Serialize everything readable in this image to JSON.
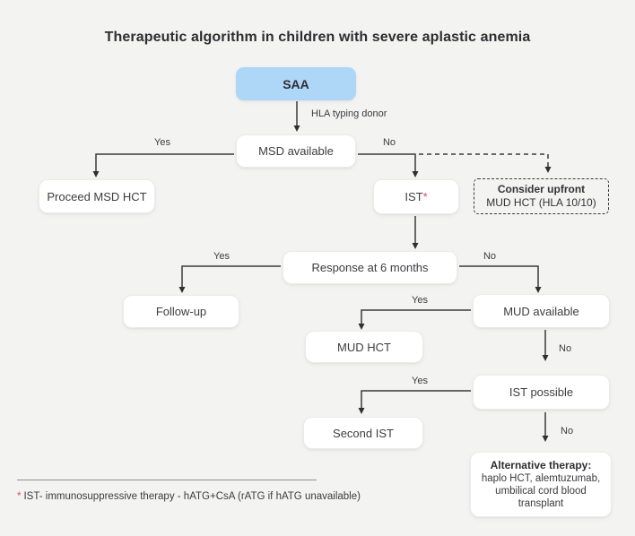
{
  "title": "Therapeutic algorithm in children with severe aplastic anemia",
  "colors": {
    "background": "#f3f3f2",
    "saa_fill": "#aed6f7",
    "accent_red": "#d84a5e",
    "line": "#3a3a3a"
  },
  "nodes": {
    "saa": "SAA",
    "msd_available": "MSD available",
    "proceed_msd_hct": "Proceed MSD HCT",
    "ist": "IST",
    "ist_asterisk": "*",
    "consider_upfront_line1": "Consider upfront",
    "consider_upfront_line2": "MUD HCT (HLA 10/10)",
    "response": "Response at 6 months",
    "follow_up": "Follow-up",
    "mud_available": "MUD available",
    "mud_hct": "MUD HCT",
    "ist_possible": "IST possible",
    "second_ist": "Second IST",
    "alternative_title": "Alternative therapy:",
    "alternative_line1": "haplo HCT, alemtuzumab,",
    "alternative_line2": "umbilical cord blood",
    "alternative_line3": "transplant"
  },
  "edges": {
    "hla_typing_label": "HLA typing donor",
    "msd_yes": "Yes",
    "msd_no": "No",
    "response_yes": "Yes",
    "response_no": "No",
    "mud_yes": "Yes",
    "mud_no": "No",
    "ist_possible_yes": "Yes",
    "ist_possible_no": "No"
  },
  "footnote": {
    "asterisk": "*",
    "text": "IST- immunosuppressive therapy - hATG+CsA (rATG if hATG unavailable)"
  }
}
